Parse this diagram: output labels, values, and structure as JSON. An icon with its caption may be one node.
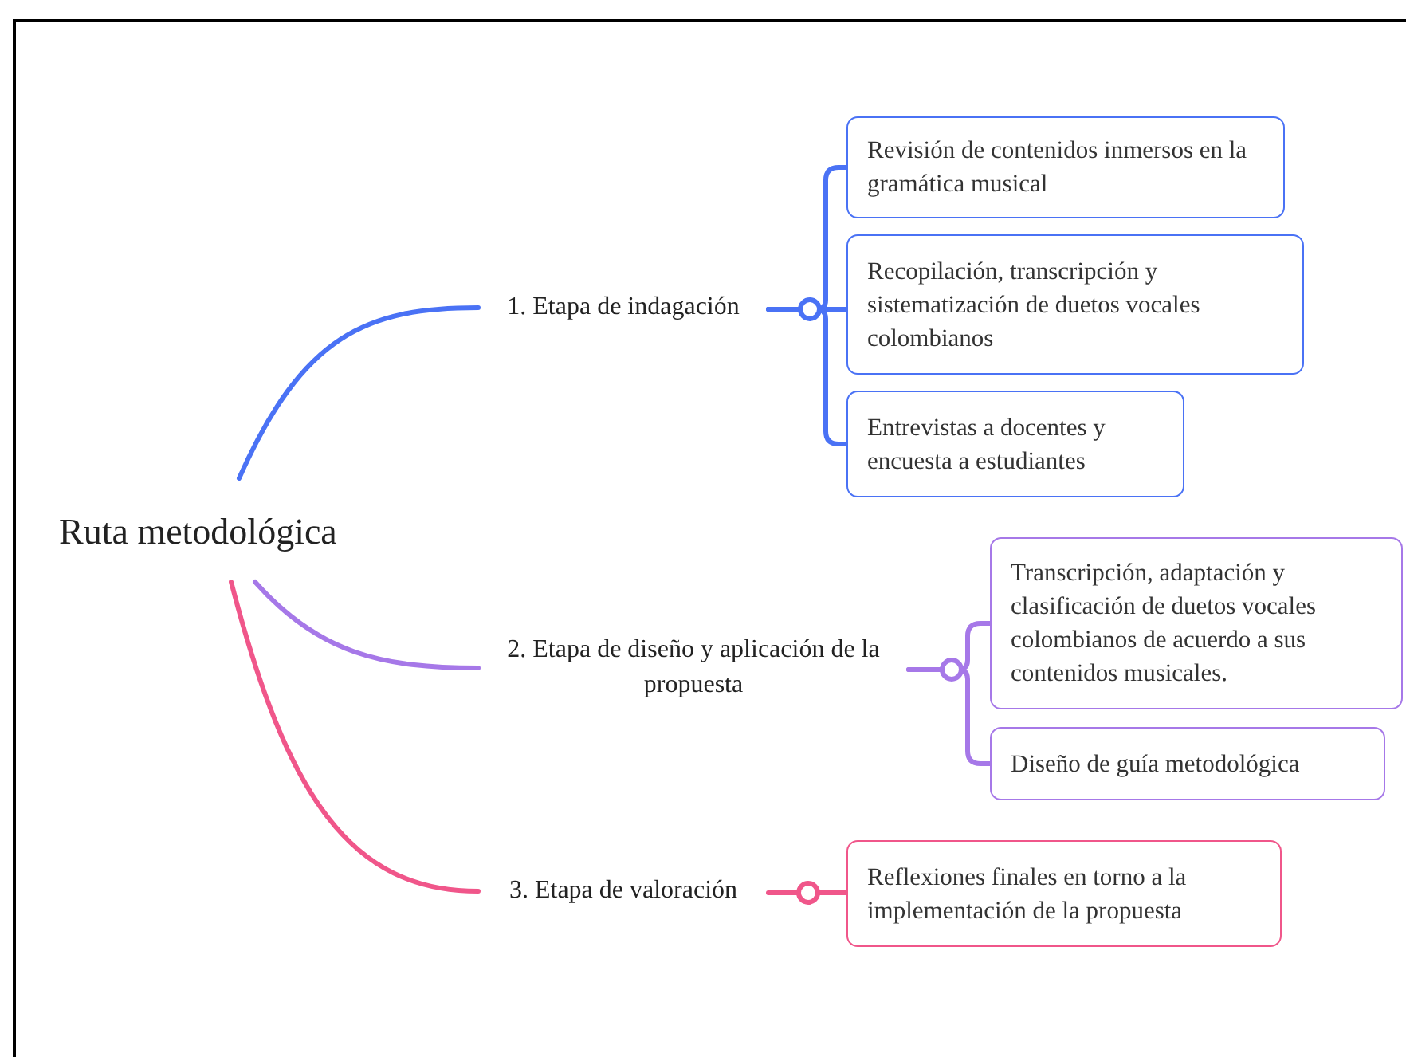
{
  "diagram": {
    "nodes": [
      {
        "text": [
          "Ruta metodológica"
        ]
      },
      {
        "text": [
          "1. Etapa de indagación"
        ]
      },
      {
        "text": [
          "2. Etapa de diseño y aplicación de la propuesta"
        ]
      },
      {
        "text": [
          "3. Etapa de valoración"
        ]
      },
      {
        "text": [
          "Revisión de contenidos inmersos en la gramática musical"
        ]
      },
      {
        "text": [
          "Recopilación, transcripción y sistematización de duetos vocales colombianos"
        ]
      },
      {
        "text": [
          "Entrevistas a docentes y encuesta a estudiantes"
        ]
      },
      {
        "text": [
          "Transcripción, adaptación y clasificación de duetos vocales colombianos de acuerdo a sus contenidos musicales."
        ]
      },
      {
        "text": [
          "Diseño de guía metodológica"
        ]
      },
      {
        "text": [
          "Reflexiones finales en torno a la implementación de la propuesta"
        ]
      }
    ],
    "edges": [
      {
        "from": 0,
        "to": 1,
        "arrow": "none",
        "color": "#4a72f5"
      },
      {
        "from": 0,
        "to": 2,
        "arrow": "none",
        "color": "#a678e8"
      },
      {
        "from": 0,
        "to": 3,
        "arrow": "none",
        "color": "#f0568a"
      },
      {
        "from": 1,
        "to": 4,
        "arrow": "none",
        "color": "#4a72f5"
      },
      {
        "from": 1,
        "to": 5,
        "arrow": "none",
        "color": "#4a72f5"
      },
      {
        "from": 1,
        "to": 6,
        "arrow": "none",
        "color": "#4a72f5"
      },
      {
        "from": 2,
        "to": 7,
        "arrow": "none",
        "color": "#a678e8"
      },
      {
        "from": 2,
        "to": 8,
        "arrow": "none",
        "color": "#a678e8"
      },
      {
        "from": 3,
        "to": 9,
        "arrow": "none",
        "color": "#f0568a"
      }
    ]
  }
}
